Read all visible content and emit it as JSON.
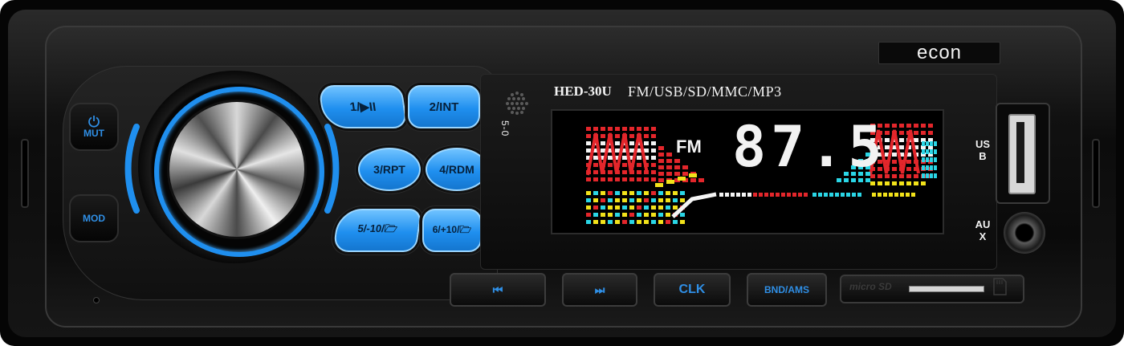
{
  "device": {
    "brand": "econ",
    "model": "HED-30U",
    "formats": "FM/USB/SD/MMC/MP3",
    "panel_tag": "5-0"
  },
  "side_buttons": {
    "mute": {
      "label": "MUT",
      "icon": "power-icon"
    },
    "mode": {
      "label": "MOD"
    }
  },
  "preset_buttons": [
    {
      "id": "1",
      "label": "1/▶II"
    },
    {
      "id": "2",
      "label": "2/INT"
    },
    {
      "id": "3",
      "label": "3/RPT"
    },
    {
      "id": "4",
      "label": "4/RDM"
    },
    {
      "id": "5",
      "label": "5/-10/🗁"
    },
    {
      "id": "6",
      "label": "6/+10/🗁"
    }
  ],
  "bottom_buttons": {
    "prev": "⏮",
    "next": "⏭",
    "clk": "CLK",
    "band": "BND/AMS"
  },
  "display": {
    "band": "FM",
    "frequency": "87.5"
  },
  "ports": {
    "usb_label": "USB",
    "aux_label": "AUX",
    "card_label": "micro SD"
  },
  "colors": {
    "accent_blue": "#1f8fef",
    "eq_red": "#e3262b",
    "eq_white": "#f4f4f4",
    "eq_yellow": "#f2e21a",
    "eq_cyan": "#2ad6e6"
  }
}
